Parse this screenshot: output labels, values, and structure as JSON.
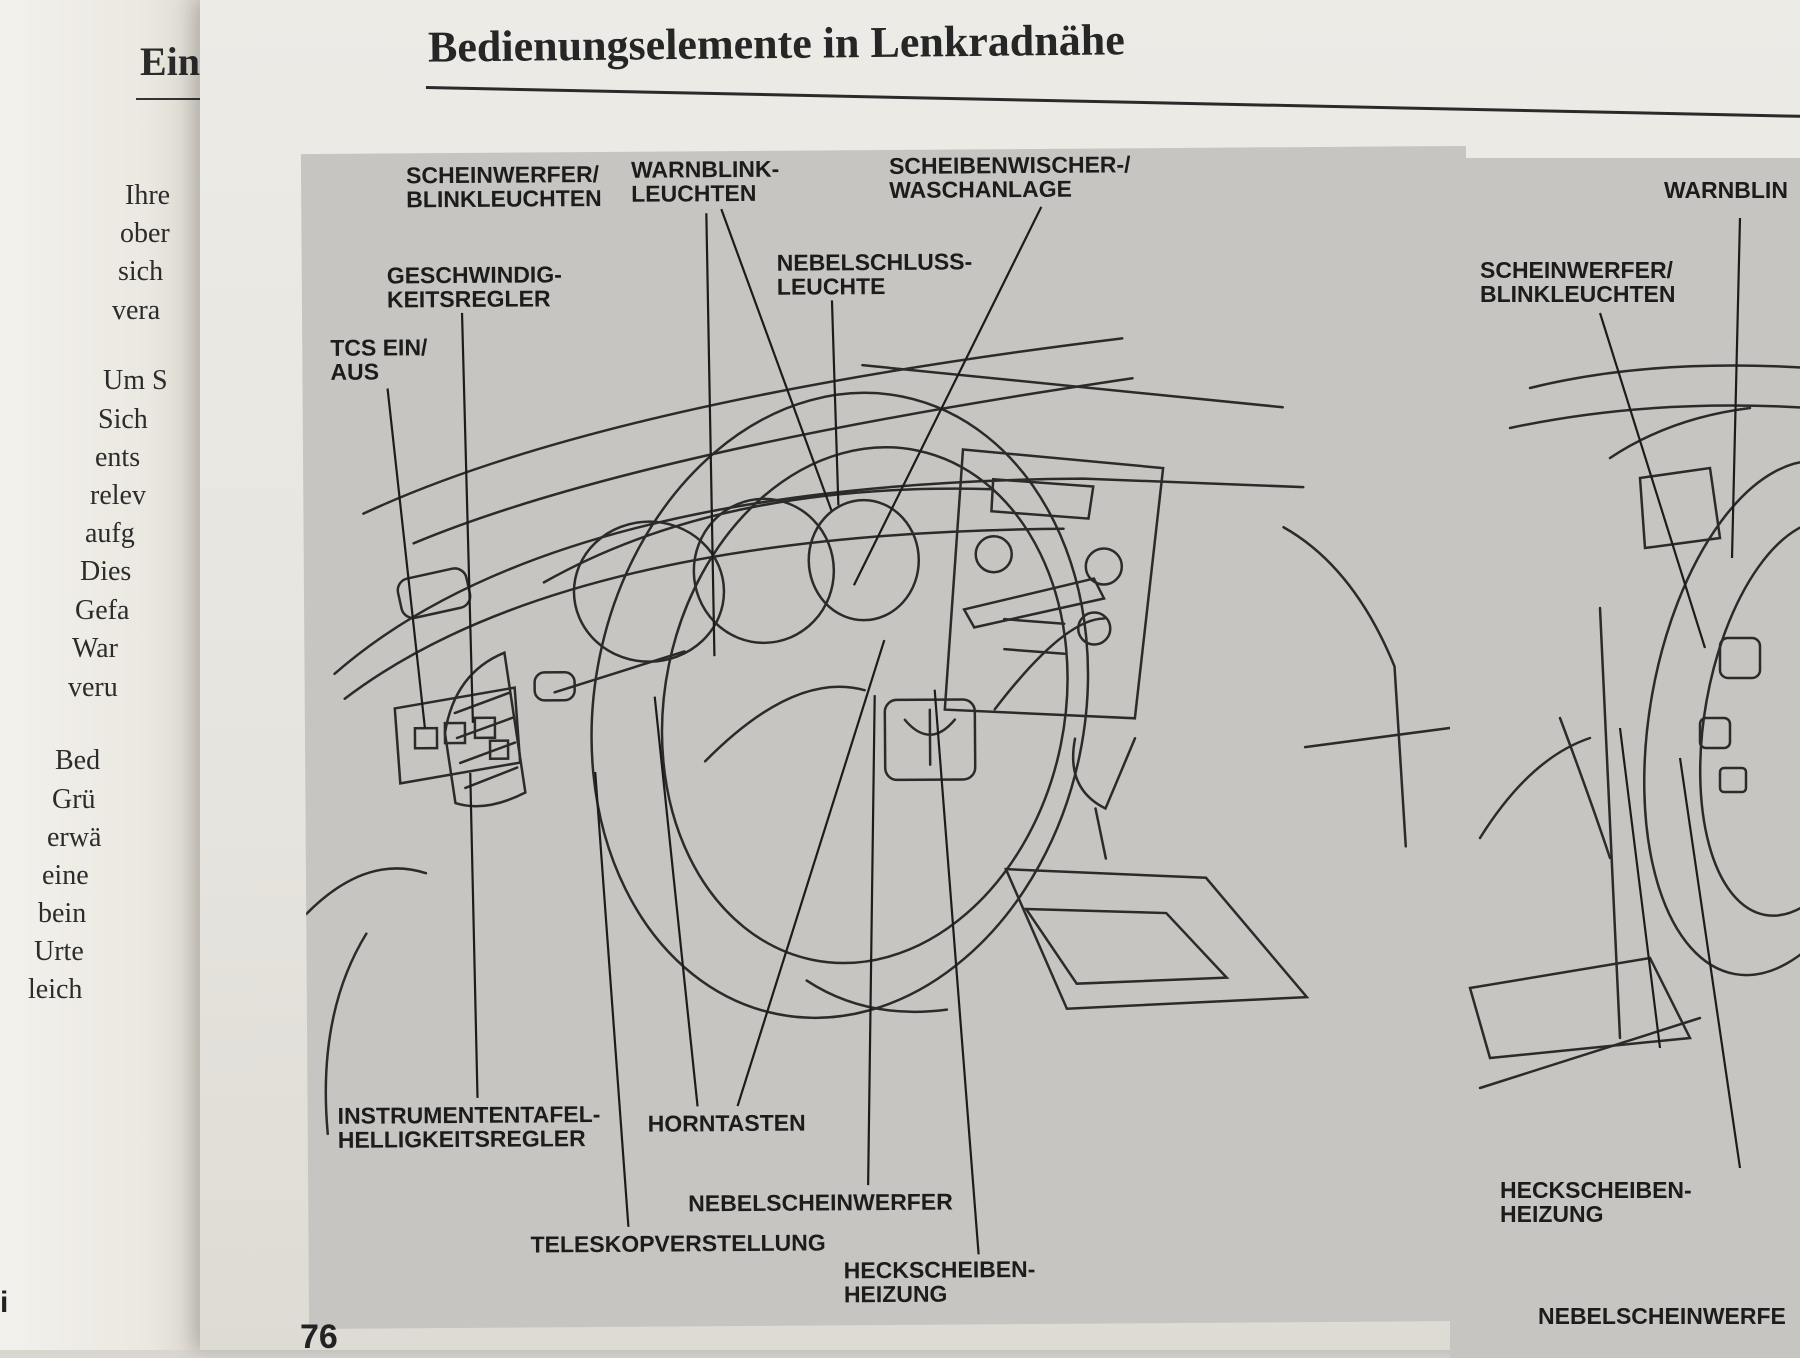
{
  "left_page": {
    "heading": "Ein",
    "lines": [
      "Ihre",
      "ober",
      "sich",
      "vera",
      "Um S",
      "Sich",
      "ents",
      "relev",
      "aufg",
      "Dies",
      "Gefa",
      "War",
      "veru",
      "Bed",
      "Grü",
      "erwä",
      "eine",
      "bein",
      "Urte",
      "leich"
    ],
    "footer_text": "i"
  },
  "page": {
    "title": "Bedienungselemente in Lenkradnähe",
    "number": "76"
  },
  "diagram_main": {
    "labels": {
      "scheinwerfer": "SCHEINWERFER/\nBLINKLEUCHTEN",
      "warnblink": "WARNBLINK-\nLEUCHTEN",
      "scheibenwischer": "SCHEIBENWISCHER-/\nWASCHANLAGE",
      "geschwindigkeit": "GESCHWINDIG-\nKEITSREGLER",
      "nebelschluss": "NEBELSCHLUSS-\nLEUCHTE",
      "tcs": "TCS EIN/\nAUS",
      "instrumententafel": "INSTRUMENTENTAFEL-\nHELLIGKEITSREGLER",
      "horntasten": "HORNTASTEN",
      "nebelscheinwerfer": "NEBELSCHEINWERFER",
      "teleskop": "TELESKOPVERSTELLUNG",
      "heckscheibe": "HECKSCHEIBEN-\nHEIZUNG"
    }
  },
  "diagram_right": {
    "labels": {
      "warnblink": "WARNBLIN",
      "scheinwerfer": "SCHEINWERFER/\nBLINKLEUCHTEN",
      "heckscheibe": "HECKSCHEIBEN-\nHEIZUNG",
      "nebelscheinwerfer": "NEBELSCHEINWERFE"
    }
  }
}
